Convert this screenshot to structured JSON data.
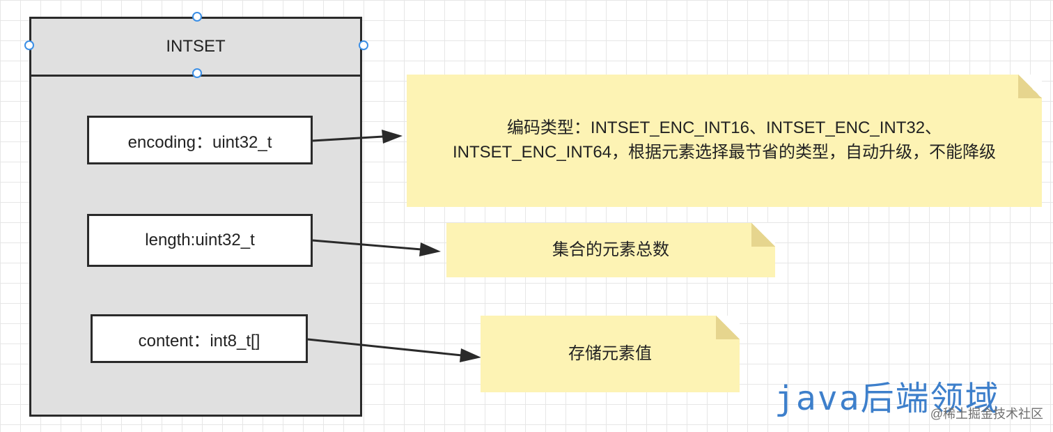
{
  "container": {
    "title": "INTSET"
  },
  "fields": [
    {
      "label": "encoding：uint32_t"
    },
    {
      "label": "length:uint32_t"
    },
    {
      "label": "content：int8_t[]"
    }
  ],
  "notes": [
    {
      "line1": "编码类型：INTSET_ENC_INT16、INTSET_ENC_INT32、",
      "line2": "INTSET_ENC_INT64，根据元素选择最节省的类型，自动升级，不能降级"
    },
    {
      "text": "集合的元素总数"
    },
    {
      "text": "存储元素值"
    }
  ],
  "watermark": {
    "main": "java后端领域",
    "sub": "@稀土掘金技术社区"
  },
  "colors": {
    "note_fill": "#fdf3b4",
    "container_fill": "#e0e0e0",
    "handle_stroke": "#3b8fe6",
    "watermark": "#3d7fcb"
  }
}
